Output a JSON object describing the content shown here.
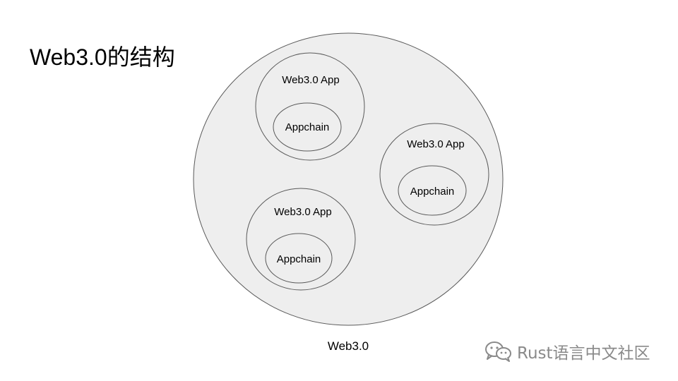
{
  "title": "Web3.0的结构",
  "diagram": {
    "outer_label": "Web3.0",
    "apps": [
      {
        "label": "Web3.0 App",
        "chain_label": "Appchain"
      },
      {
        "label": "Web3.0 App",
        "chain_label": "Appchain"
      },
      {
        "label": "Web3.0 App",
        "chain_label": "Appchain"
      }
    ]
  },
  "watermark": {
    "text": "Rust语言中文社区",
    "icon": "wechat-icon"
  },
  "colors": {
    "outer_fill": "#eeeeee",
    "stroke": "#595959",
    "watermark": "#8a8a8a"
  }
}
